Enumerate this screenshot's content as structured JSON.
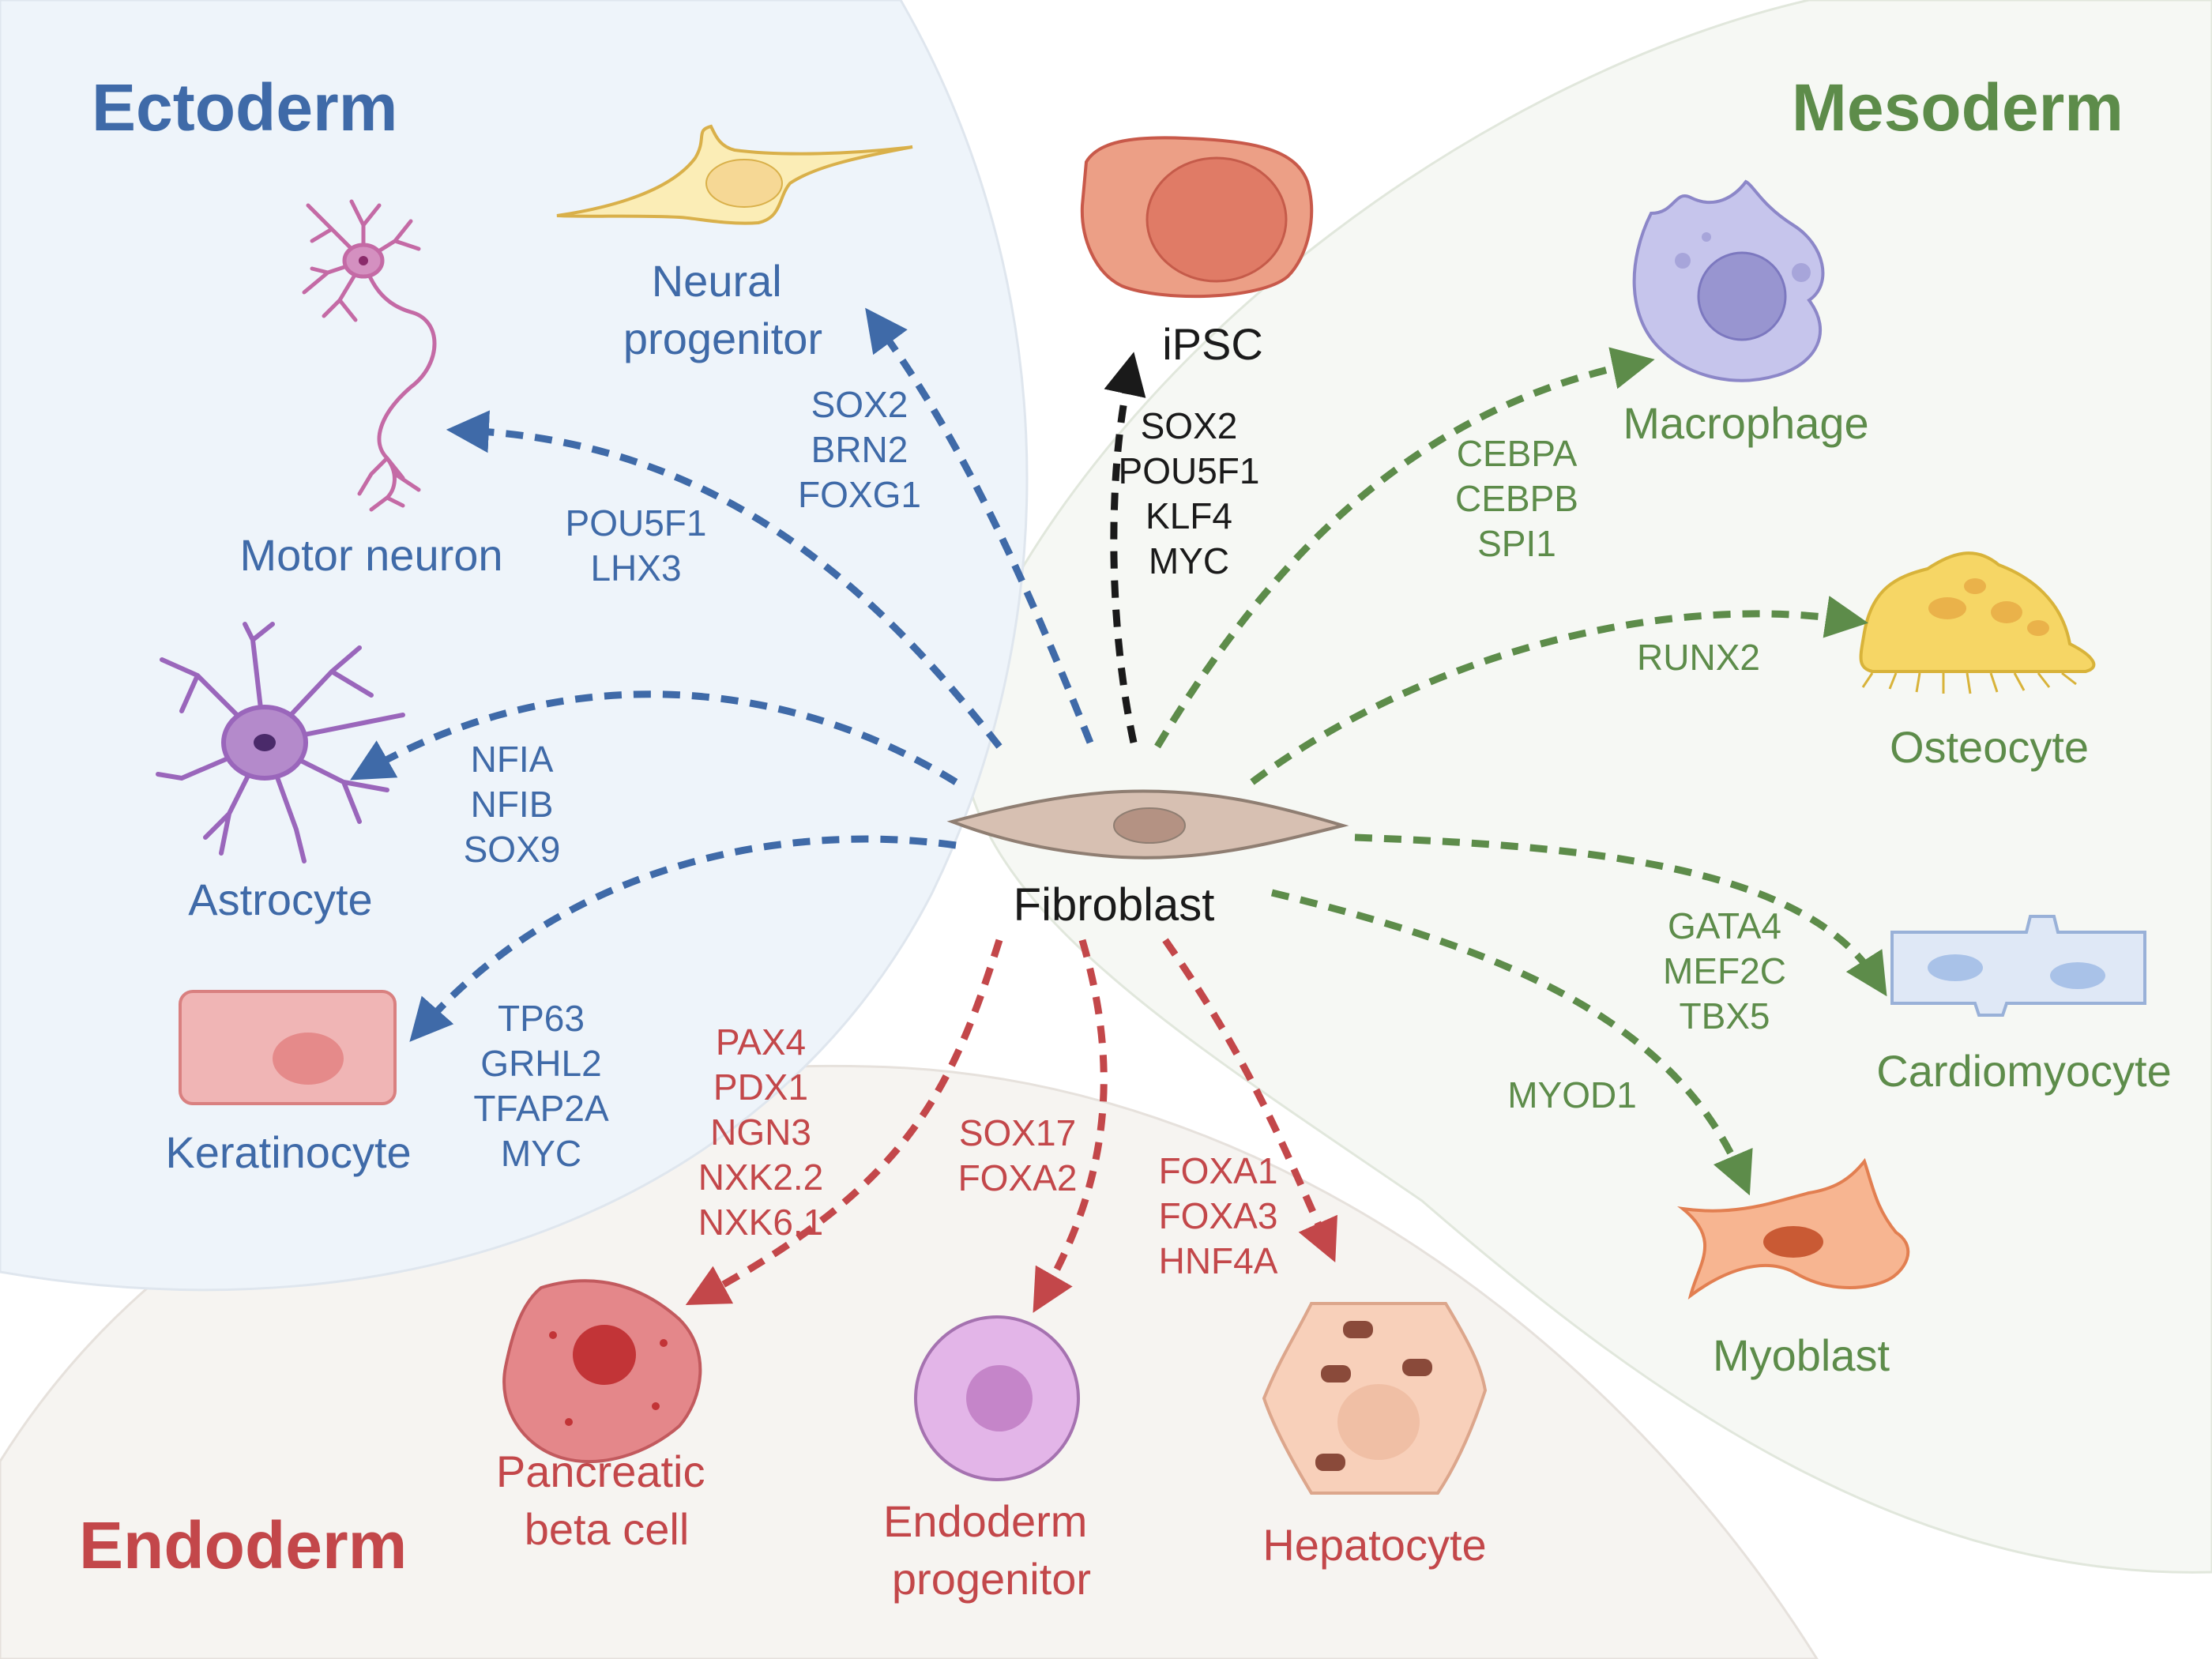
{
  "colors": {
    "ectoderm": "#3f6aa8",
    "mesoderm": "#5d8c4a",
    "endoderm": "#c3474a",
    "center": "#1a1a1a",
    "ectoderm_bg": "#eef4fa",
    "mesoderm_bg": "#f6f8f4",
    "endoderm_bg": "#f6f4f1"
  },
  "germ_layers": {
    "ectoderm": "Ectoderm",
    "mesoderm": "Mesoderm",
    "endoderm": "Endoderm"
  },
  "center": {
    "label": "Fibroblast"
  },
  "targets": [
    {
      "label": [
        "iPSC"
      ],
      "factors": [
        "SOX2",
        "POU5F1",
        "KLF4",
        "MYC"
      ],
      "layer": "center"
    },
    {
      "label": [
        "Neural",
        "progenitor"
      ],
      "factors": [
        "SOX2",
        "BRN2",
        "FOXG1"
      ],
      "layer": "ectoderm"
    },
    {
      "label": [
        "Motor neuron"
      ],
      "factors": [
        "POU5F1",
        "LHX3"
      ],
      "layer": "ectoderm"
    },
    {
      "label": [
        "Astrocyte"
      ],
      "factors": [
        "NFIA",
        "NFIB",
        "SOX9"
      ],
      "layer": "ectoderm"
    },
    {
      "label": [
        "Keratinocyte"
      ],
      "factors": [
        "TP63",
        "GRHL2",
        "TFAP2A",
        "MYC"
      ],
      "layer": "ectoderm"
    },
    {
      "label": [
        "Macrophage"
      ],
      "factors": [
        "CEBPA",
        "CEBPB",
        "SPI1"
      ],
      "layer": "mesoderm"
    },
    {
      "label": [
        "Osteocyte"
      ],
      "factors": [
        "RUNX2"
      ],
      "layer": "mesoderm"
    },
    {
      "label": [
        "Cardiomyocyte"
      ],
      "factors": [
        "GATA4",
        "MEF2C",
        "TBX5"
      ],
      "layer": "mesoderm"
    },
    {
      "label": [
        "Myoblast"
      ],
      "factors": [
        "MYOD1"
      ],
      "layer": "mesoderm"
    },
    {
      "label": [
        "Pancreatic",
        "beta cell"
      ],
      "factors": [
        "PAX4",
        "PDX1",
        "NGN3",
        "NXK2.2",
        "NXK6.1"
      ],
      "layer": "endoderm"
    },
    {
      "label": [
        "Endoderm",
        "progenitor"
      ],
      "factors": [
        "SOX17",
        "FOXA2"
      ],
      "layer": "endoderm"
    },
    {
      "label": [
        "Hepatocyte"
      ],
      "factors": [
        "FOXA1",
        "FOXA3",
        "HNF4A"
      ],
      "layer": "endoderm"
    }
  ]
}
